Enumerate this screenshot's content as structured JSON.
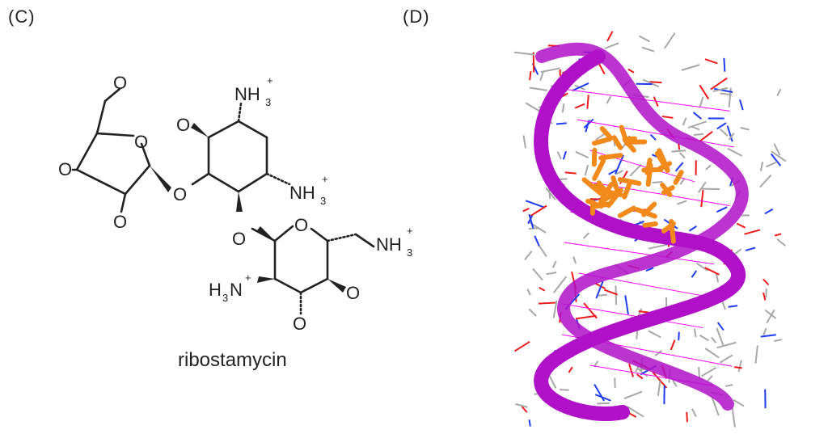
{
  "panels": {
    "left_label": "(C)",
    "right_label": "(D)"
  },
  "molecule": {
    "name": "ribostamycin",
    "atoms": {
      "o": "O",
      "nh": "NH",
      "h": "H",
      "n": "N",
      "three": "3",
      "plus": "+"
    }
  },
  "colors": {
    "ribbon": "#b011c8",
    "ligand": "#f28a1b",
    "nitrogen": "#1f3cf0",
    "oxygen": "#ee1b1b",
    "carbon": "#a8a8a8",
    "hbond": "#ff00ff"
  }
}
